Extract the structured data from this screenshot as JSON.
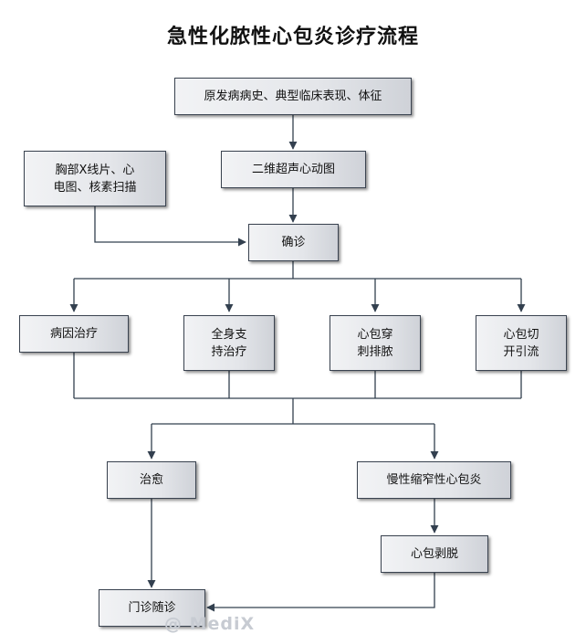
{
  "title": "急性化脓性心包炎诊疗流程",
  "nodes": {
    "history": "原发病病史、典型临床表现、体征",
    "imaging": "胸部X线片、心\n电图、核素扫描",
    "echo": "二维超声心动图",
    "diagnosis": "确诊",
    "etiology": "病因治疗",
    "supportive": "全身支\n持治疗",
    "pericardiocentesis": "心包穿\n刺排脓",
    "drainage": "心包切\n开引流",
    "cured": "治愈",
    "constrictive": "慢性缩窄性心包炎",
    "pericardiectomy": "心包剥脱",
    "followup": "门诊随诊"
  },
  "watermark": "@ MediX"
}
